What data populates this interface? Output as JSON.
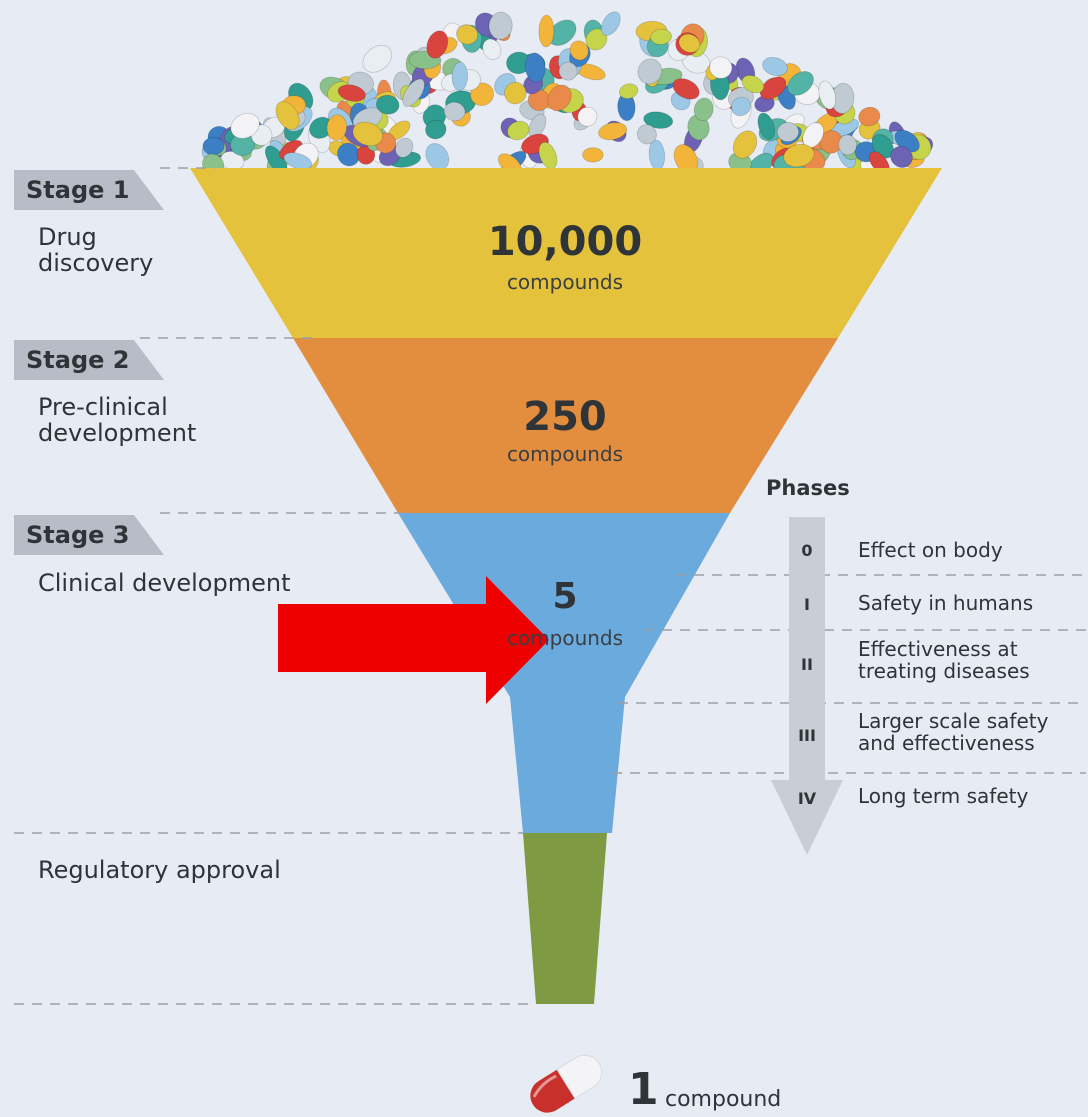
{
  "stages": [
    {
      "tag": "Stage 1",
      "desc_lines": [
        "Drug",
        "discovery"
      ],
      "count": "10,000",
      "unit": "compounds",
      "color": "#e4c23c"
    },
    {
      "tag": "Stage 2",
      "desc_lines": [
        "Pre-clinical",
        "development"
      ],
      "count": "250",
      "unit": "compounds",
      "color": "#e38e3e"
    },
    {
      "tag": "Stage 3",
      "desc_lines": [
        "Clinical development"
      ],
      "count": "5",
      "unit": "compounds",
      "color": "#6aaadc"
    }
  ],
  "regulatory": {
    "label": "Regulatory approval",
    "color": "#7e9a43"
  },
  "phases": {
    "title": "Phases",
    "items": [
      {
        "num": "0",
        "lines": [
          "Effect on body"
        ]
      },
      {
        "num": "I",
        "lines": [
          "Safety in humans"
        ]
      },
      {
        "num": "II",
        "lines": [
          "Effectiveness at",
          "treating diseases"
        ]
      },
      {
        "num": "III",
        "lines": [
          "Larger scale safety",
          "and effectiveness"
        ]
      },
      {
        "num": "IV",
        "lines": [
          "Long term safety"
        ]
      }
    ]
  },
  "final": {
    "count": "1",
    "unit": "compound"
  },
  "colors": {
    "background": "#e7ecf4",
    "arrow": "#ee0000",
    "phase_arrow": "#c9ced6",
    "tag": "#b7bcc6"
  },
  "icons": [
    "pill-pile-icon",
    "capsule-icon",
    "red-arrow-icon",
    "phase-arrow-icon"
  ]
}
